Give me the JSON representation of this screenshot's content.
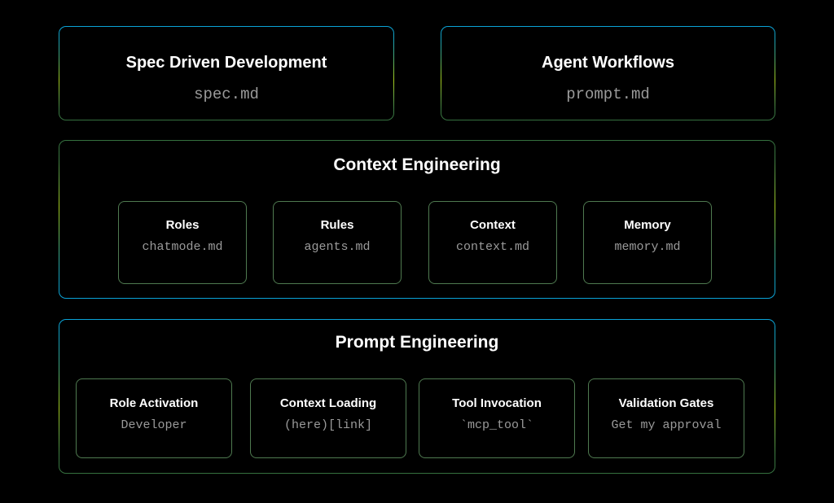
{
  "colors": {
    "background": "#000000",
    "title_text": "#ffffff",
    "mono_text": "#9a9a9a",
    "card_border": "#4f7a50",
    "gradient_blue": "#0aa3d8",
    "gradient_yellowgreen": "#a8cf1f",
    "gradient_green": "#35703f"
  },
  "hero_cards": [
    {
      "title": "Spec Driven Development",
      "file": "spec.md"
    },
    {
      "title": "Agent Workflows",
      "file": "prompt.md"
    }
  ],
  "context_engineering": {
    "title": "Context Engineering",
    "cards": [
      {
        "title": "Roles",
        "file": "chatmode.md"
      },
      {
        "title": "Rules",
        "file": "agents.md"
      },
      {
        "title": "Context",
        "file": "context.md"
      },
      {
        "title": "Memory",
        "file": "memory.md"
      }
    ]
  },
  "prompt_engineering": {
    "title": "Prompt Engineering",
    "cards": [
      {
        "title": "Role Activation",
        "file": "Developer"
      },
      {
        "title": "Context Loading",
        "file": "(here)[link]"
      },
      {
        "title": "Tool Invocation",
        "file": "`mcp_tool`"
      },
      {
        "title": "Validation Gates",
        "file": "Get my approval"
      }
    ]
  }
}
